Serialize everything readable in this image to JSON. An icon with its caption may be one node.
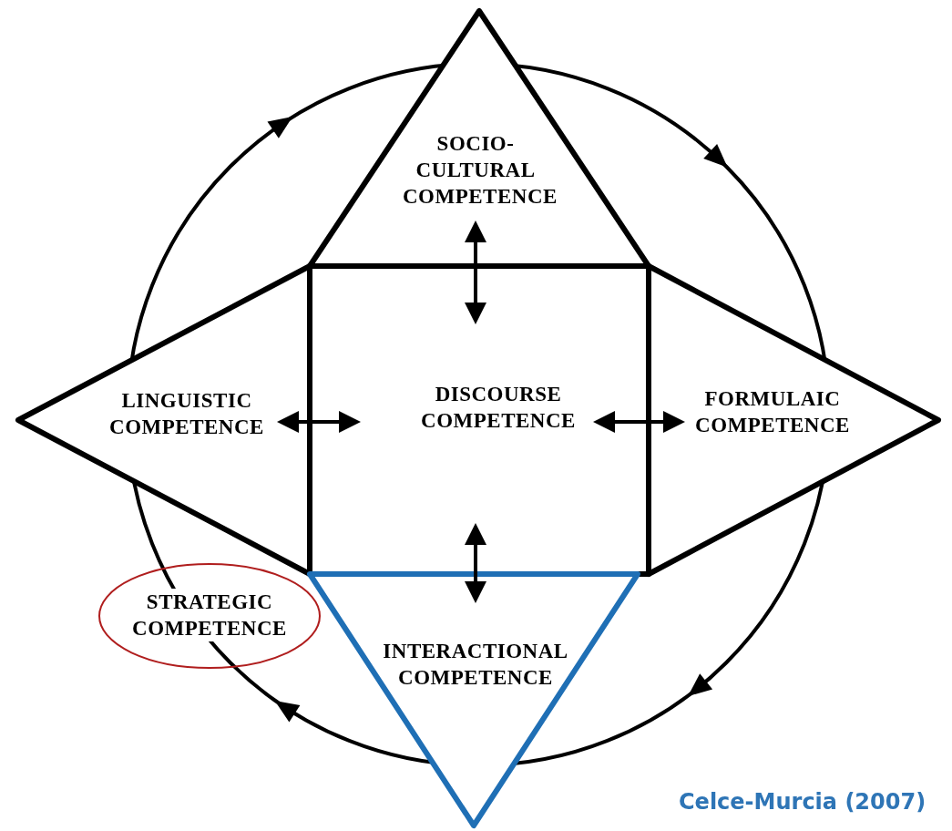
{
  "diagram": {
    "caption": "Celce-Murcia (2007)",
    "nodes": [
      {
        "text": [
          "SOCIO-CULTURAL COMPETENCE"
        ]
      },
      {
        "text": [
          "LINGUISTIC COMPETENCE"
        ]
      },
      {
        "text": [
          "DISCOURSE COMPETENCE"
        ]
      },
      {
        "text": [
          "FORMULAIC COMPETENCE"
        ]
      },
      {
        "text": [
          "STRATEGIC COMPETENCE"
        ]
      },
      {
        "text": [
          "INTERACTIONAL COMPETENCE"
        ]
      }
    ],
    "edges": [
      {
        "from": 2,
        "to": 0,
        "arrow": "both"
      },
      {
        "from": 2,
        "to": 1,
        "arrow": "both"
      },
      {
        "from": 2,
        "to": 3,
        "arrow": "both"
      },
      {
        "from": 2,
        "to": 5,
        "arrow": "both"
      }
    ]
  }
}
